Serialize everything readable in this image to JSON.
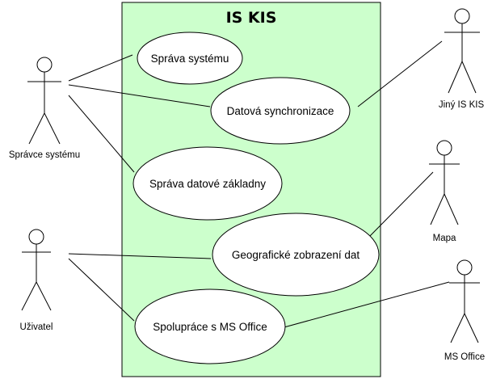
{
  "system": {
    "title": "IS KIS",
    "fill_color": "#ccffcc",
    "border_color": "#000000"
  },
  "actors": {
    "admin": "Správce systému",
    "user": "Uživatel",
    "other_is": "Jiný IS KIS",
    "map": "Mapa",
    "ms_office": "MS Office"
  },
  "use_cases": {
    "system_admin": "Správa systému",
    "data_sync": "Datová synchronizace",
    "data_base_admin": "Správa datové základny",
    "geo_display": "Geografické zobrazení dat",
    "ms_office_coop": "Spolupráce s MS Office"
  }
}
